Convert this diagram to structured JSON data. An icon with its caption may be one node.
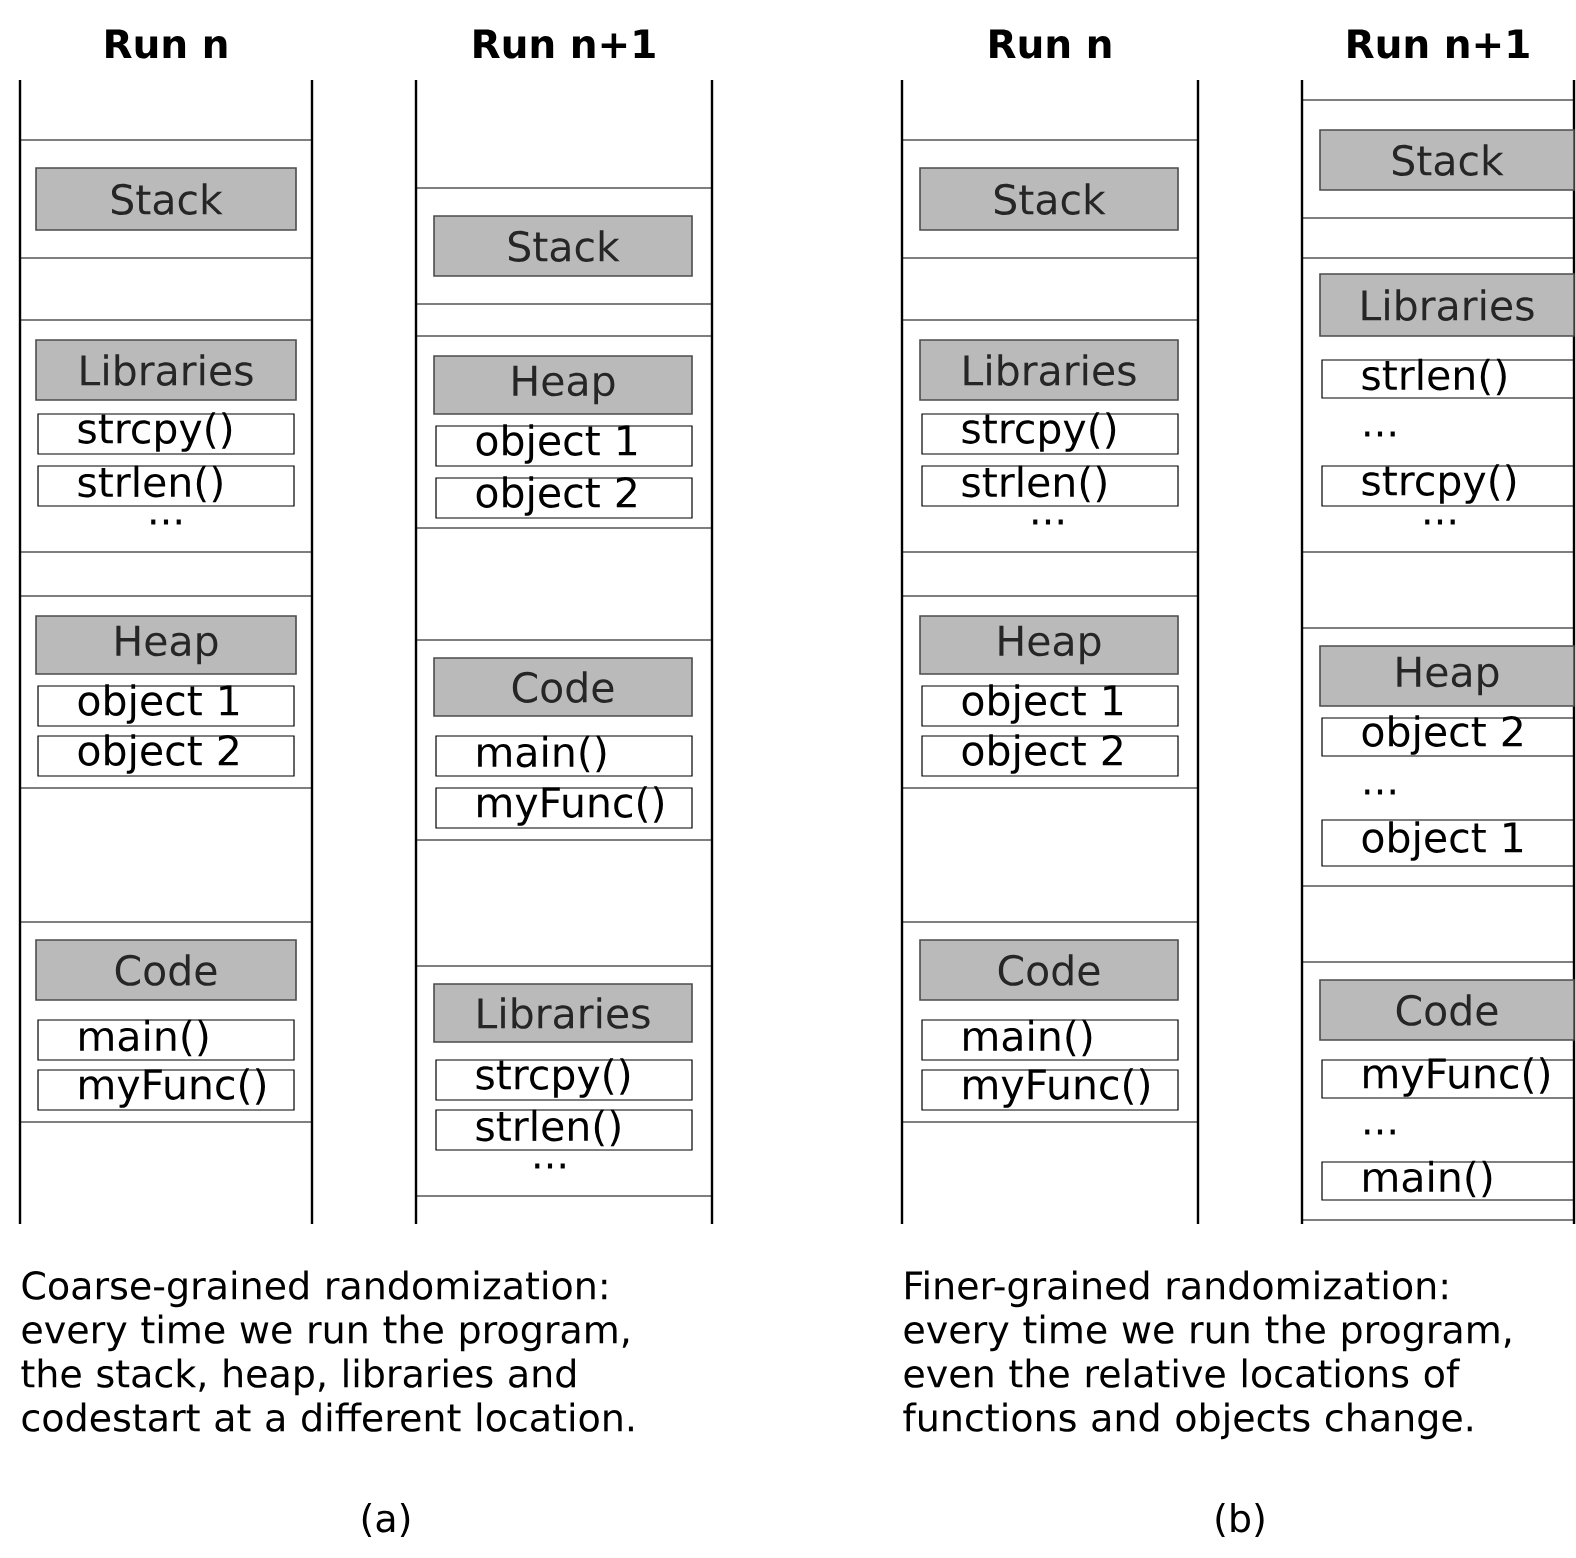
{
  "diagram": {
    "nodes": [
      {
        "text": [
          "Run n"
        ]
      },
      {
        "text": [],
        "shape": "box",
        "in": 0
      },
      {
        "text": [
          "Stack"
        ],
        "in": 1
      },
      {
        "text": [
          "..."
        ],
        "in": 0
      },
      {
        "text": [
          "Libraries"
        ],
        "in": 3
      },
      {
        "text": [
          "strcpy()"
        ],
        "in": 3
      },
      {
        "text": [
          "strlen()"
        ],
        "in": 3
      },
      {
        "text": [],
        "shape": "box",
        "in": 0
      },
      {
        "text": [
          "Heap"
        ],
        "in": 7
      },
      {
        "text": [
          "object 1"
        ],
        "in": 7
      },
      {
        "text": [
          "object 2"
        ],
        "in": 7
      },
      {
        "text": [],
        "shape": "box",
        "in": 0
      },
      {
        "text": [
          "Code"
        ],
        "in": 11
      },
      {
        "text": [
          "main()"
        ],
        "in": 11
      },
      {
        "text": [
          "myFunc()"
        ],
        "in": 11
      },
      {
        "text": [
          "Run n+1"
        ]
      },
      {
        "text": [],
        "shape": "box",
        "in": 15
      },
      {
        "text": [
          "Stack"
        ],
        "in": 16
      },
      {
        "text": [],
        "shape": "box",
        "in": 15
      },
      {
        "text": [
          "Heap"
        ],
        "in": 18
      },
      {
        "text": [
          "object 1"
        ],
        "in": 18
      },
      {
        "text": [
          "object 2"
        ],
        "in": 18
      },
      {
        "text": [],
        "shape": "box",
        "in": 15
      },
      {
        "text": [
          "Code"
        ],
        "in": 22
      },
      {
        "text": [
          "main()"
        ],
        "in": 22
      },
      {
        "text": [
          "myFunc()"
        ],
        "in": 22
      },
      {
        "text": [
          "..."
        ],
        "in": 15
      },
      {
        "text": [
          "Libraries"
        ],
        "in": 26
      },
      {
        "text": [
          "strcpy()"
        ],
        "in": 26
      },
      {
        "text": [
          "strlen()"
        ],
        "in": 26
      },
      {
        "text": [
          "Run n"
        ]
      },
      {
        "text": [],
        "shape": "box",
        "in": 30
      },
      {
        "text": [
          "Stack"
        ],
        "in": 31
      },
      {
        "text": [
          "..."
        ],
        "in": 30
      },
      {
        "text": [
          "Libraries"
        ],
        "in": 33
      },
      {
        "text": [
          "strcpy()"
        ],
        "in": 33
      },
      {
        "text": [
          "strlen()"
        ],
        "in": 33
      },
      {
        "text": [],
        "shape": "box",
        "in": 30
      },
      {
        "text": [
          "Heap"
        ],
        "in": 37
      },
      {
        "text": [
          "object 1"
        ],
        "in": 37
      },
      {
        "text": [
          "object 2"
        ],
        "in": 37
      },
      {
        "text": [],
        "shape": "box",
        "in": 30
      },
      {
        "text": [
          "Code"
        ],
        "in": 41
      },
      {
        "text": [
          "main()"
        ],
        "in": 41
      },
      {
        "text": [
          "myFunc()"
        ],
        "in": 41
      },
      {
        "text": [
          "Run n+1"
        ]
      },
      {
        "text": [],
        "shape": "box",
        "in": 45
      },
      {
        "text": [
          "Stack"
        ],
        "in": 46
      },
      {
        "text": [
          "...",
          "..."
        ],
        "in": 45
      },
      {
        "text": [
          "Libraries"
        ],
        "in": 48
      },
      {
        "text": [
          "strlen()"
        ],
        "in": 48
      },
      {
        "text": [
          "strcpy()"
        ],
        "in": 48
      },
      {
        "text": [
          "..."
        ],
        "in": 45
      },
      {
        "text": [
          "Heap"
        ],
        "in": 52
      },
      {
        "text": [
          "object 2"
        ],
        "in": 52
      },
      {
        "text": [
          "object 1"
        ],
        "in": 52
      },
      {
        "text": [
          "..."
        ],
        "in": 45
      },
      {
        "text": [
          "Code"
        ],
        "in": 56
      },
      {
        "text": [
          "myFunc()"
        ],
        "in": 56
      },
      {
        "text": [
          "main()"
        ],
        "in": 56
      }
    ],
    "labels": [
      "Coarse-grained randomization: every time we run the program, the stack, heap, libraries and codestart at a different location.",
      "Finer-grained randomization: every time we run the program, even the relative locations of functions and objects change.",
      "(a)",
      "(b)"
    ]
  }
}
